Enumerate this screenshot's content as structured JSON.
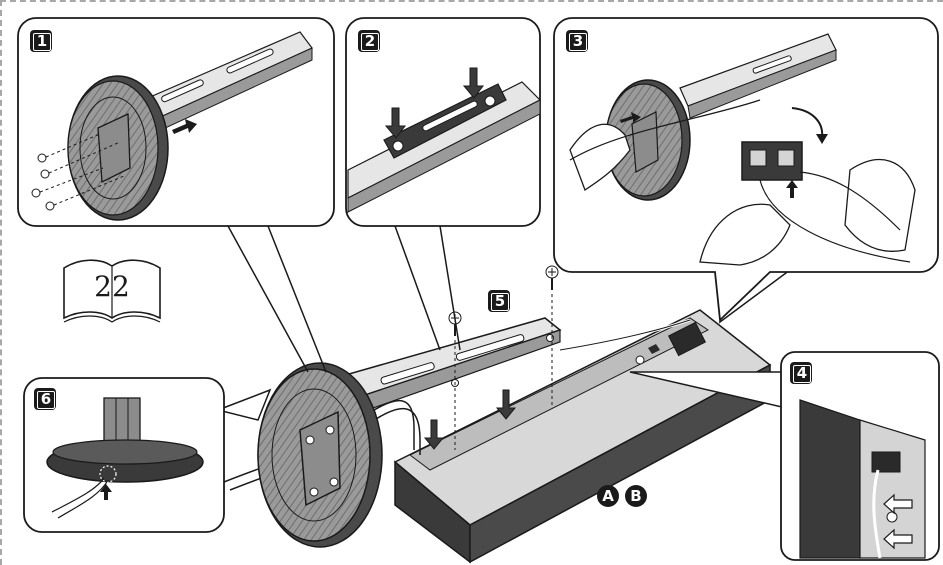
{
  "steps": {
    "s1": "1",
    "s2": "2",
    "s3": "3",
    "s4": "4",
    "s5": "5",
    "s6": "6"
  },
  "markers": {
    "a": "A",
    "b": "B"
  },
  "book_page": "22",
  "colors": {
    "line": "#1a1a1a",
    "dark_part": "#3a3a3a",
    "mid_gray": "#8c8c8c",
    "light_gray": "#d4d4d4",
    "border_dash": "#a8a8a8"
  }
}
